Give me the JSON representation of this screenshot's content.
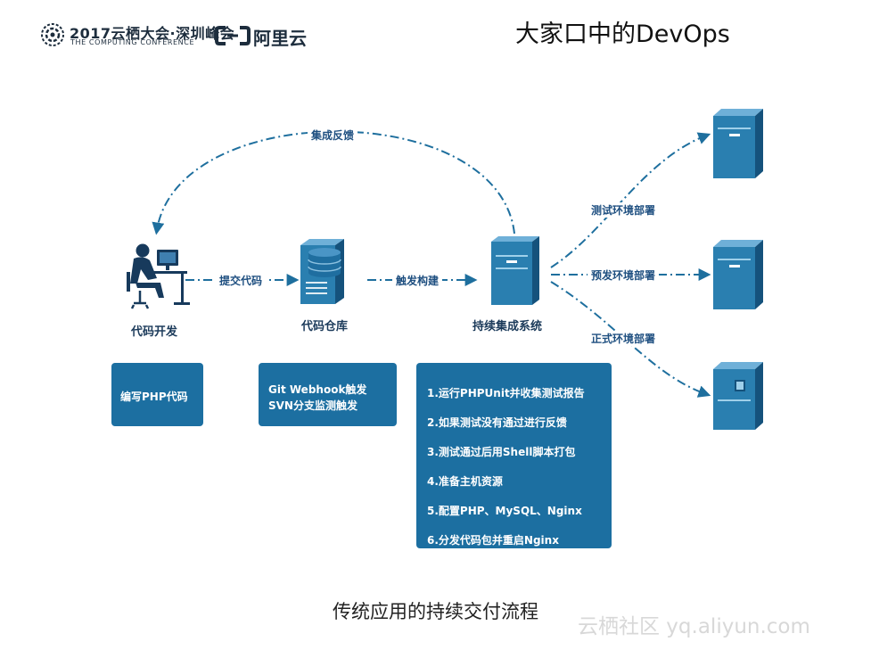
{
  "header": {
    "conference_line1": "2017云栖大会·深圳峰会",
    "conference_line2": "THE COMPUTING CONFERENCE",
    "brand": "阿里云",
    "title": "大家口中的DevOps"
  },
  "nodes": {
    "dev": "代码开发",
    "repo": "代码仓库",
    "ci": "持续集成系统"
  },
  "edges": {
    "submit_code": "提交代码",
    "trigger_build": "触发构建",
    "feedback": "集成反馈",
    "deploy_test": "测试环境部署",
    "deploy_pre": "预发环境部署",
    "deploy_prod": "正式环境部署"
  },
  "panels": {
    "dev": [
      "编写PHP代码"
    ],
    "repo": [
      "Git Webhook触发",
      "SVN分支监测触发"
    ],
    "ci": [
      "1.运行PHPUnit并收集测试报告",
      "2.如果测试没有通过进行反馈",
      "3.测试通过后用Shell脚本打包",
      "4.准备主机资源",
      "5.配置PHP、MySQL、Nginx",
      "6.分发代码包并重启Nginx"
    ]
  },
  "caption": "传统应用的持续交付流程",
  "watermark": "云栖社区 yq.aliyun.com",
  "colors": {
    "accent_blue": "#1c6fa1",
    "line_blue": "#1e6f9e",
    "icon_dark": "#173a5c",
    "server_front": "#2a7fb0",
    "server_top": "#6fb0d8",
    "server_side": "#15527c"
  }
}
